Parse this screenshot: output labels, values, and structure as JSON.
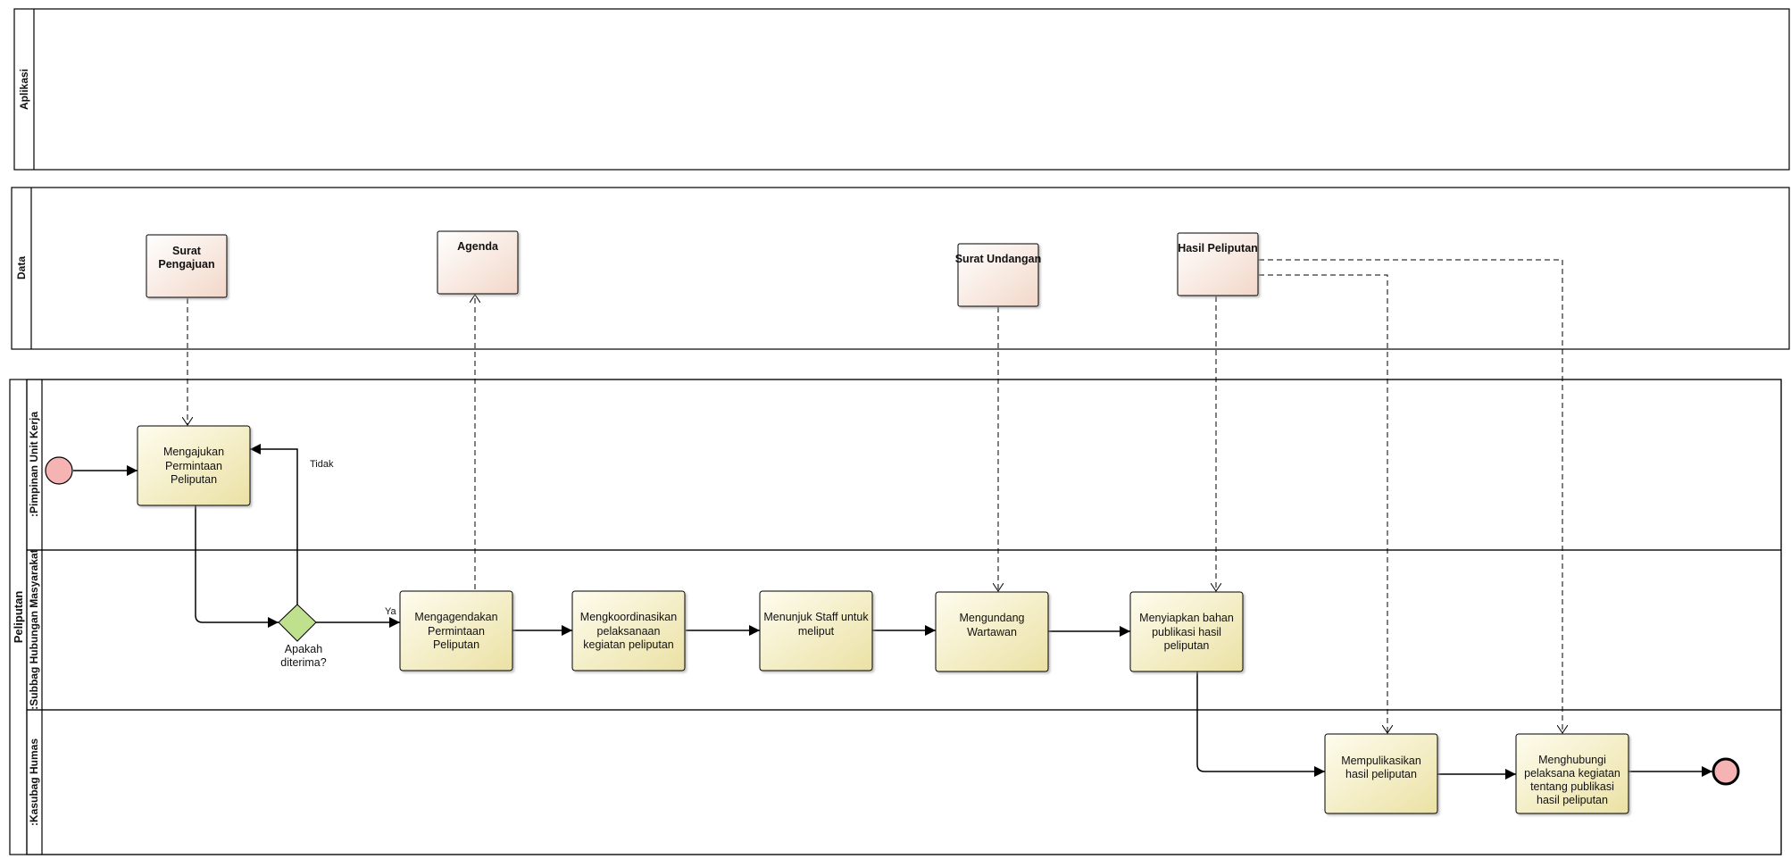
{
  "lanes": {
    "aplikasi": "Aplikasi",
    "data": "Data",
    "pool": "Peliputan",
    "pimpinan": ":Pimpinan Unit Kerja",
    "subbag": ":Subbag Hubungan Masyarakat",
    "kasubag": ":Kasubag Humas"
  },
  "data_objects": {
    "surat_pengajuan": [
      "Surat",
      "Pengajuan"
    ],
    "agenda": [
      "Agenda"
    ],
    "surat_undangan": [
      "Surat Undangan"
    ],
    "hasil_peliputan": [
      "Hasil Peliputan"
    ]
  },
  "tasks": {
    "mengajukan": [
      "Mengajukan",
      "Permintaan",
      "Peliputan"
    ],
    "mengagendakan": [
      "Mengagendakan",
      "Permintaan",
      "Peliputan"
    ],
    "mengkoordinasikan": [
      "Mengkoordinasikan",
      "pelaksanaan",
      "kegiatan peliputan"
    ],
    "menunjuk": [
      "Menunjuk Staff untuk",
      "meliput"
    ],
    "mengundang": [
      "Mengundang",
      "Wartawan"
    ],
    "menyiapkan": [
      "Menyiapkan bahan",
      "publikasi hasil",
      "peliputan"
    ],
    "mempublikasikan": [
      "Mempulikasikan",
      "hasil peliputan"
    ],
    "menghubungi": [
      "Menghubungi",
      "pelaksana kegiatan",
      "tentang publikasi",
      "hasil peliputan"
    ]
  },
  "gateway": {
    "label": [
      "Apakah",
      "diterima?"
    ],
    "yes_label": "Ya",
    "no_label": "Tidak"
  },
  "colors": {
    "task_fill_light": "#fdfbe6",
    "task_fill_dark": "#ece3a9",
    "data_fill_light": "#ffffff",
    "data_fill_dark": "#f3dcd0",
    "gateway_fill": "#bfe08d",
    "start_fill": "#f6b3b3",
    "end_fill": "#f6b3b3",
    "line": "#000000"
  }
}
